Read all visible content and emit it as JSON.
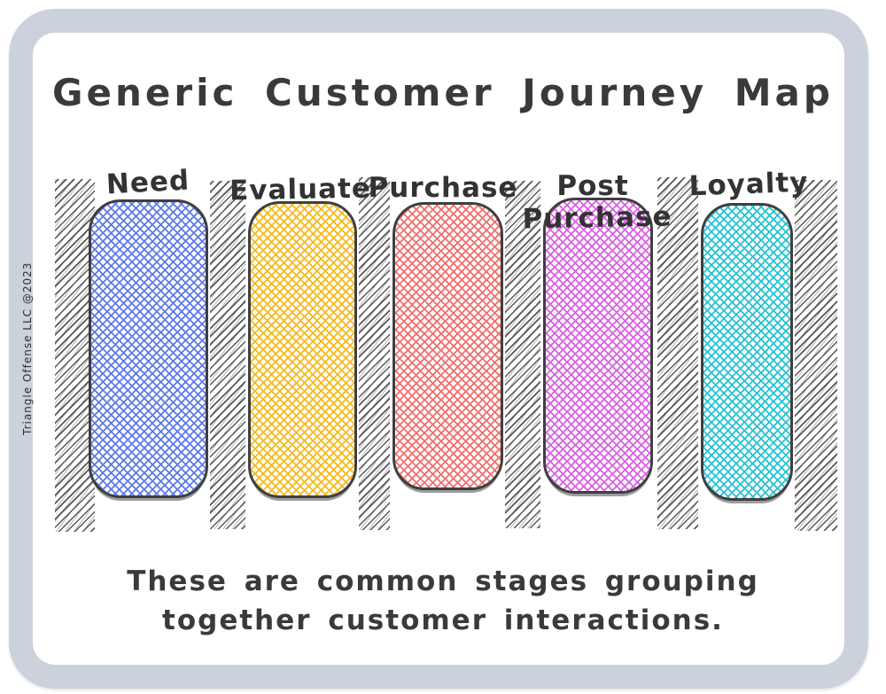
{
  "title": "Generic Customer Journey Map",
  "watermark": "Triangle Offense LLC @2023",
  "caption": {
    "line1": "These are common stages grouping",
    "line2": "together customer interactions."
  },
  "stages": [
    {
      "label": "Need",
      "color": "#5d79e8"
    },
    {
      "label": "Evaluate",
      "color": "#f6b91c"
    },
    {
      "label": "Purchase",
      "color": "#f26d6d"
    },
    {
      "label": "Post",
      "label2": "Purchase",
      "color": "#d95fe4"
    },
    {
      "label": "Loyalty",
      "color": "#25c2d2"
    }
  ],
  "colors": {
    "frame": "#cbd2dc",
    "hatch": "#585858",
    "ink": "#383838"
  }
}
